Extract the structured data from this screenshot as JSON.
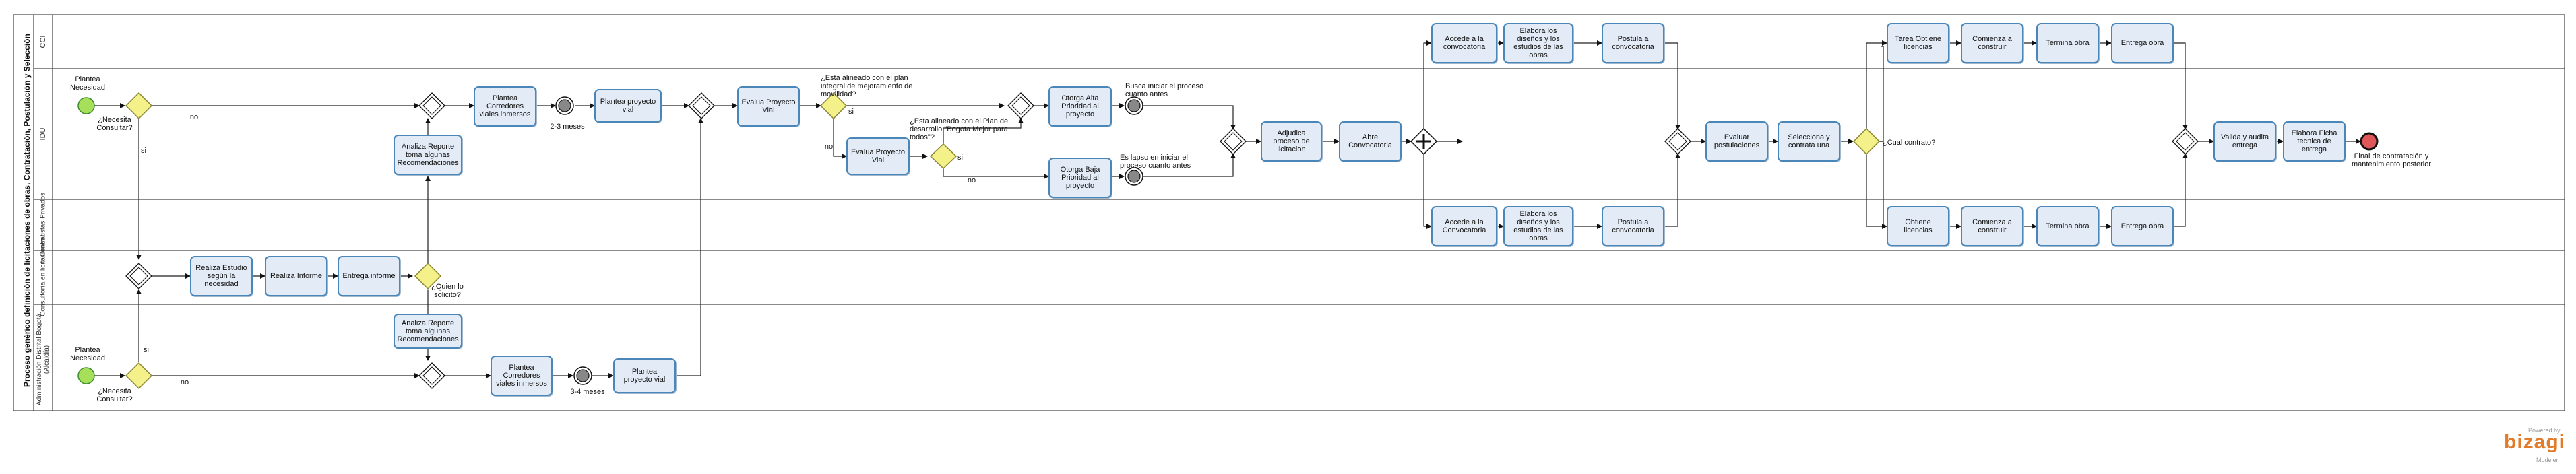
{
  "pool": {
    "title": "Proceso genérico definición de licitaciones de obras, Contratación, Postulación y Selección"
  },
  "lanes": [
    {
      "id": "ccl",
      "label": "CCI"
    },
    {
      "id": "idu",
      "label": "IDU"
    },
    {
      "id": "contratistas",
      "label": "Contratistas Privados"
    },
    {
      "id": "consultoria",
      "label": "Consultoría en licitaciones"
    },
    {
      "id": "admin",
      "label": "Administración Distrital Bogotá (Alcaldía)"
    }
  ],
  "events": {
    "start_idu": "Plantea Necesidad",
    "start_admin": "Plantea Necesidad",
    "timer1": "2-3 meses",
    "timer2": "3-4 meses",
    "timer3": "Busca iniciar el proceso cuanto antes",
    "timer4": "Es lapso en iniciar el proceso cuanto antes",
    "end": "Final de contratación y mantenimiento posterior"
  },
  "gateways": {
    "g_consultar_idu": "¿Necesita Consultar?",
    "g_consultar_admin": "¿Necesita Consultar?",
    "g_quien": "¿Quien lo solicito?",
    "g_plan": "¿Esta alineado con el plan integral de mejoramiento de movilidad?",
    "g_desarrollo": "¿Esta alineado con el Plan de desarrollo \"Bogota Mejor para todos\"?",
    "g_contrato": "¿Cual contrato?"
  },
  "flow_labels": {
    "no": "no",
    "si": "si"
  },
  "tasks": {
    "analiza_idu": "Analiza Reporte toma algunas Recomendaciones",
    "plantea_corr_idu": "Plantea Corredores viales inmersos",
    "plantea_vial_idu": "Plantea proyecto vial",
    "evalua_proy_vial": "Evalua Proyecto Vial",
    "evalua_proy_vial2": "Evalua Proyecto Vial",
    "otorga_alta": "Otorga Alta Prioridad al proyecto",
    "otorga_baja": "Otorga Baja Prioridad al proyecto",
    "adjudica": "Adjudica proceso de licitacion",
    "abre_conv": "Abre Convocatoria",
    "accede_ccl": "Accede a la convocatoria",
    "elabora_ccl": "Elabora los diseños y los estudios de las obras",
    "postula_ccl": "Postula a convocatoria",
    "accede_priv": "Accede a la Convocatoria",
    "elabora_priv": "Elabora los diseños y los estudios de las obras",
    "postula_priv": "Postula a convocatoria",
    "evaluar_post": "Evaluar postulaciones",
    "selecciona": "Selecciona y contrata una",
    "tarea_licencias": "Tarea Obtiene licencias",
    "comienza_ccl": "Comienza a construir",
    "termina_ccl": "Termina obra",
    "entrega_ccl": "Entrega obra",
    "obtiene_licencias": "Obtiene licencias",
    "comienza_priv": "Comienza a construir",
    "termina_priv": "Termina obra",
    "entrega_priv": "Entrega obra",
    "valida": "Valida y audita entrega",
    "elabora_ficha": "Elabora Ficha tecnica de entrega",
    "realiza_estudio": "Realiza Estudio según la necesidad",
    "realiza_informe": "Realiza Informe",
    "entrega_informe": "Entrega informe",
    "analiza_admin": "Analiza Reporte toma algunas Recomendaciones",
    "plantea_corr_admin": "Plantea Corredores viales inmersos",
    "plantea_vial_admin": "Plantea proyecto vial"
  },
  "branding": {
    "powered": "Powered by",
    "name": "bizagi",
    "sub": "Modeler"
  },
  "colors": {
    "task_fill": "#e3ecf6",
    "task_border": "#4a86b8",
    "start": "#a6e05a",
    "end": "#e0575a",
    "gateway": "#f4f08a"
  }
}
